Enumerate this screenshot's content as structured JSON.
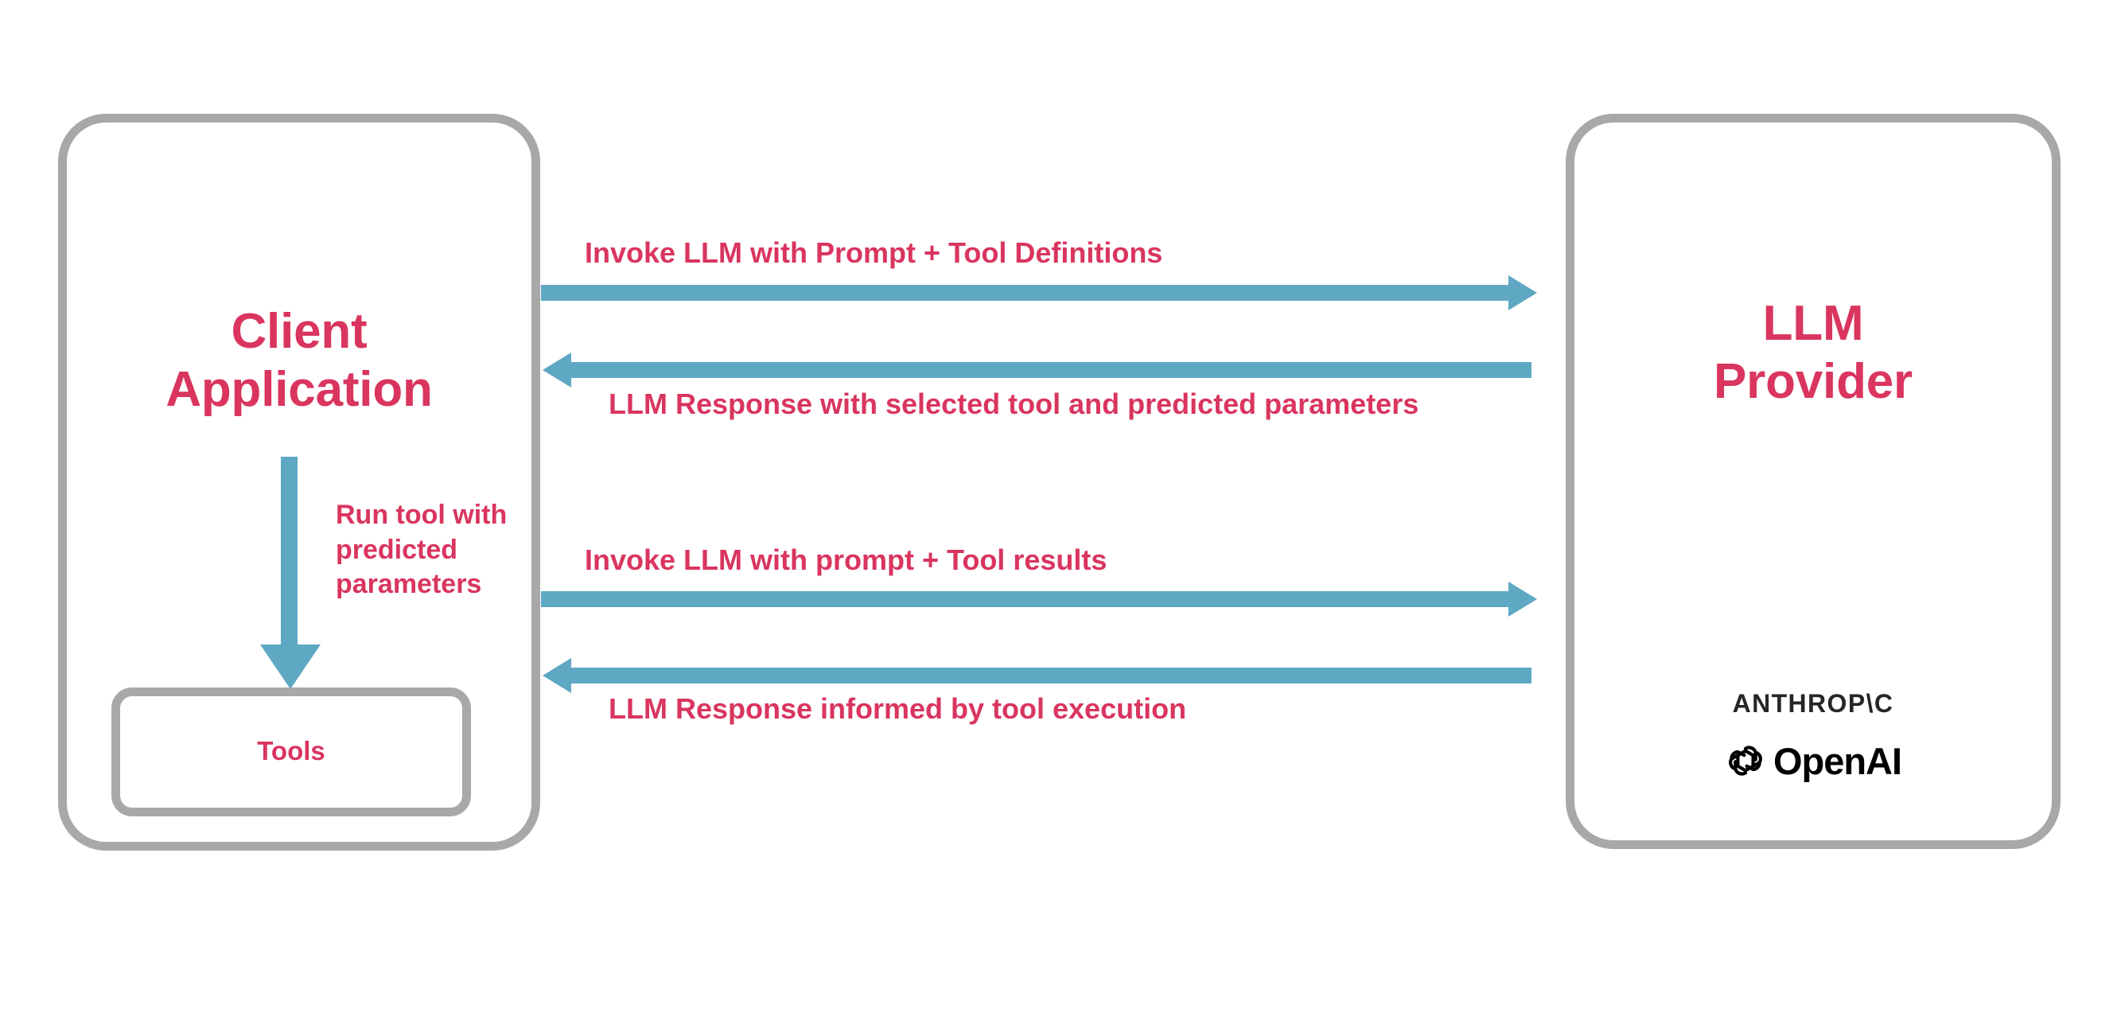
{
  "diagram": {
    "title": "LLM tool-calling sequence",
    "colors": {
      "accent_text": "#d9355f",
      "arrow": "#5ea8c4",
      "box_border": "#a8a8a8",
      "logo_text": "#262626",
      "background": "#ffffff"
    },
    "nodes": {
      "client": {
        "title": "Client\nApplication",
        "inner": {
          "label": "Tools"
        }
      },
      "provider": {
        "title": "LLM\nProvider",
        "logos": [
          {
            "name": "anthropic-logo",
            "text": "ANTHROP\\C"
          },
          {
            "name": "openai-logo",
            "text": "OpenAI"
          }
        ]
      }
    },
    "edges": [
      {
        "id": "invoke-1",
        "label": "Invoke LLM with Prompt + Tool Definitions",
        "direction": "client-to-provider"
      },
      {
        "id": "response-1",
        "label": "LLM Response with selected tool and predicted parameters",
        "direction": "provider-to-client"
      },
      {
        "id": "invoke-2",
        "label": "Invoke LLM with prompt + Tool results",
        "direction": "client-to-provider"
      },
      {
        "id": "response-2",
        "label": "LLM Response informed by tool execution",
        "direction": "provider-to-client"
      },
      {
        "id": "run-tool",
        "label": "Run tool with predicted parameters",
        "direction": "client-to-tools"
      }
    ]
  }
}
